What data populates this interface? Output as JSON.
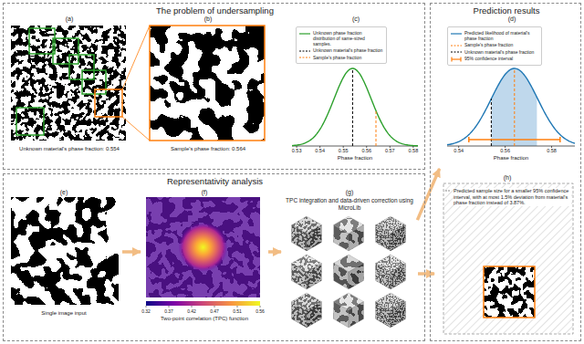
{
  "diagram": {
    "nodes": [
      {
        "text": [
          "The problem of undersampling"
        ]
      },
      {
        "text": [
          "(a)",
          "Unknown material's phase fraction: 0.554"
        ],
        "in": 0
      },
      {
        "text": [
          "(b)",
          "Sample's phase fraction: 0.564"
        ],
        "in": 0
      },
      {
        "text": [
          "(c)"
        ],
        "in": 0
      },
      {
        "text": [
          "Prediction results"
        ]
      },
      {
        "text": [
          "(d)"
        ],
        "in": 4
      },
      {
        "text": [
          "(h)",
          "Predicted sample size for a smaller 95% confidence interval, with at most 1.5% deviation from material's phase fraction instead of 3.87%."
        ],
        "in": 4
      },
      {
        "text": [
          "Representativity analysis"
        ]
      },
      {
        "text": [
          "(e)",
          "Single image input"
        ],
        "in": 7
      },
      {
        "text": [
          "(f)",
          "Two-point correlation (TPC) function"
        ],
        "in": 7
      },
      {
        "text": [
          "(g)",
          "TPC integration and data-driven correction using MicroLib"
        ],
        "in": 7
      }
    ],
    "edges": [
      {
        "from": 8,
        "to": 9,
        "arrow": "to"
      },
      {
        "from": 9,
        "to": 10,
        "arrow": "to"
      },
      {
        "from": 10,
        "to": 5,
        "arrow": "to"
      },
      {
        "from": 10,
        "to": 6,
        "arrow": "to"
      }
    ],
    "labels": [
      "0.53",
      "0.54",
      "0.55",
      "0.56",
      "0.57",
      "0.58",
      "Phase fraction",
      "0.54",
      "0.56",
      "0.58",
      "Phase fraction",
      "0.32",
      "0.37",
      "0.42",
      "0.47",
      "0.51",
      "0.56"
    ],
    "legend": [
      {
        "text": "Unknown phase fraction distribution of same-sized samples."
      },
      {
        "text": "Unknown material's phase fraction"
      },
      {
        "text": "Sample's phase fraction"
      },
      {
        "text": "Predicted likelihood of material's phase fraction"
      },
      {
        "text": "Sample's phase fraction"
      },
      {
        "text": "Unknown material's phase fraction"
      },
      {
        "text": "95% confidence interval"
      }
    ]
  }
}
